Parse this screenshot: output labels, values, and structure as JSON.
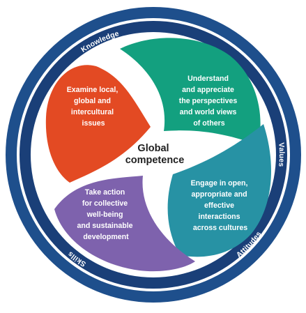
{
  "center": {
    "lines": [
      "Global",
      "competence"
    ]
  },
  "ring": {
    "labels": {
      "top": "Knowledge",
      "right": "Values",
      "bottom": "Attitudes",
      "left": "Skills"
    },
    "colors": {
      "outer": "#1e4f8c",
      "band": "#1a3f78"
    }
  },
  "petals": [
    {
      "id": "examine",
      "color": "#e34a23",
      "lines": [
        "Examine local,",
        "global and",
        "intercultural",
        "issues"
      ]
    },
    {
      "id": "understand",
      "color": "#13a07f",
      "lines": [
        "Understand",
        "and appreciate",
        "the perspectives",
        "and world views",
        "of others"
      ]
    },
    {
      "id": "engage",
      "color": "#2792a4",
      "lines": [
        "Engage in open,",
        "appropriate and",
        "effective",
        "interactions",
        "across cultures"
      ]
    },
    {
      "id": "action",
      "color": "#7e62ad",
      "lines": [
        "Take action",
        "for collective",
        "well-being",
        "and sustainable",
        "development"
      ]
    }
  ]
}
